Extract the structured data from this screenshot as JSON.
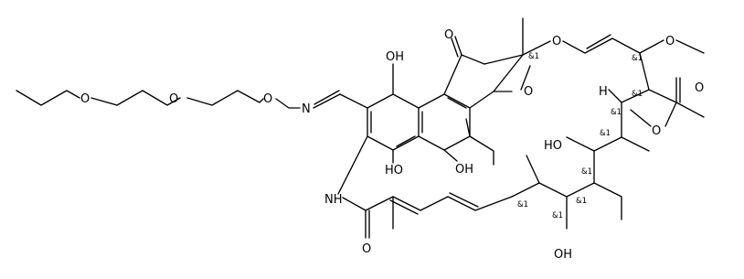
{
  "labels": {
    "o_ether1": "O",
    "o_ether2": "O",
    "o_oxime": "O",
    "n_oxime": "N",
    "oh_top": "OH",
    "ho_mid1": "HO",
    "oh_mid2": "OH",
    "carbonyl_o": "O",
    "furan_o": "O",
    "o_vinyl": "O",
    "o_methoxy": "O",
    "h_label": "H",
    "o_acetyl_carbonyl": "O",
    "o_acetoxy": "O",
    "ho_right": "HO",
    "nh": "NH",
    "amide_o": "O",
    "oh_bottom": "OH"
  },
  "stereo_label": "&1",
  "colors": {
    "ink": "#000000",
    "background": "#ffffff"
  }
}
